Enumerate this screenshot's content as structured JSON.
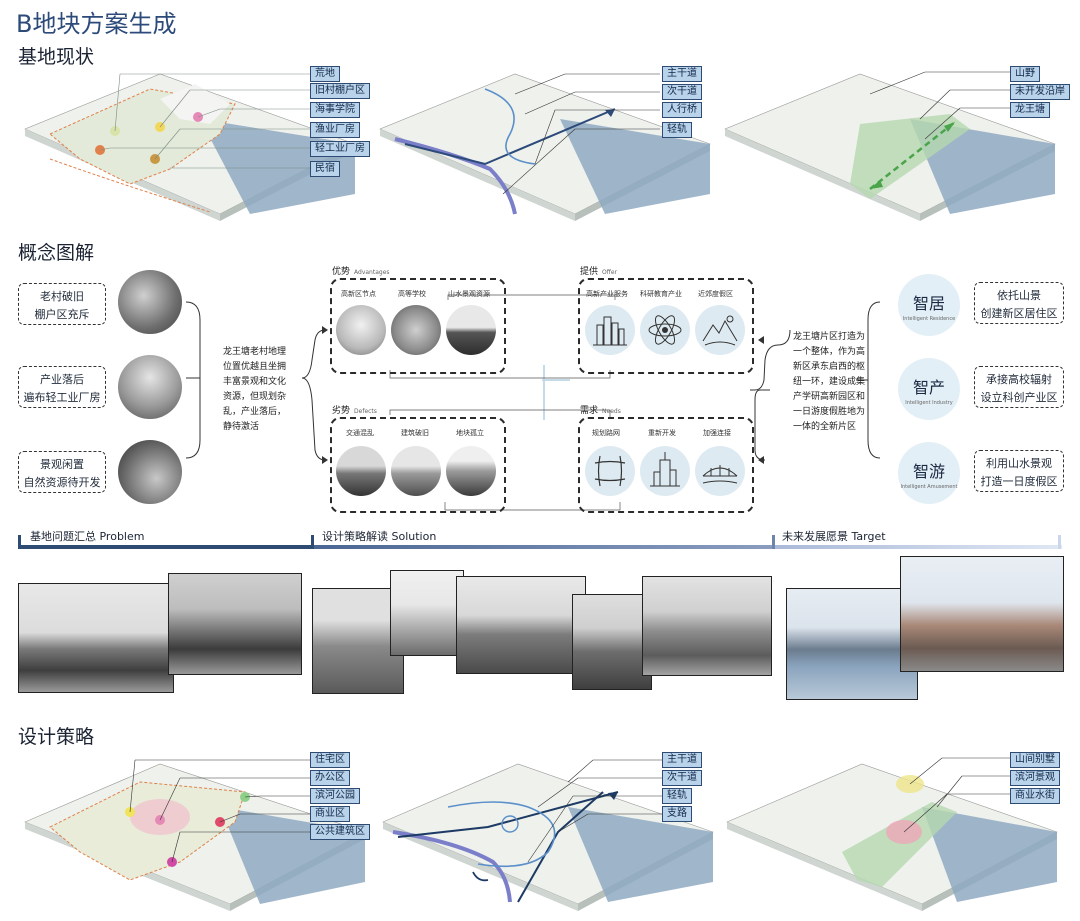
{
  "title": "B地块方案生成",
  "sections": {
    "status": "基地现状",
    "concept": "概念图解",
    "strategy": "设计策略"
  },
  "status_maps": [
    {
      "tags": [
        "荒地",
        "旧村棚户区",
        "海事学院",
        "渔业厂房",
        "轻工业厂房",
        "民宿"
      ]
    },
    {
      "tags": [
        "主干道",
        "次干道",
        "人行桥",
        "轻轨"
      ]
    },
    {
      "tags": [
        "山野",
        "未开发沿岸",
        "龙王塘"
      ]
    }
  ],
  "strategy_maps": [
    {
      "tags": [
        "住宅区",
        "办公区",
        "滨河公园",
        "商业区",
        "公共建筑区"
      ]
    },
    {
      "tags": [
        "主干道",
        "次干道",
        "轻轨",
        "支路"
      ]
    },
    {
      "tags": [
        "山间别墅",
        "滨河景观",
        "商业水街"
      ]
    }
  ],
  "problems": [
    {
      "line1": "老村破旧",
      "line2": "棚户区充斥"
    },
    {
      "line1": "产业落后",
      "line2": "遍布轻工业厂房"
    },
    {
      "line1": "景观闲置",
      "line2": "自然资源待开发"
    }
  ],
  "mid_text": "龙王塘老村地理位置优越且坐拥丰富景观和文化资源，但现划杂乱，产业落后，静待激活",
  "right_text": "龙王塘片区打造为一个整体，作为高新区承东启西的枢纽一环，建设成集产学研高新园区和一日游度假胜地为一体的全新片区",
  "quad": {
    "adv": {
      "title": "优势",
      "en": "Advantages",
      "items": [
        "高新区节点",
        "高等学校",
        "山水景观资源"
      ]
    },
    "def": {
      "title": "劣势",
      "en": "Defects",
      "items": [
        "交通混乱",
        "建筑破旧",
        "地块孤立"
      ]
    },
    "offer": {
      "title": "提供",
      "en": "Offer",
      "items": [
        "高新产业服务",
        "科研教育产业",
        "近郊度假区"
      ]
    },
    "needs": {
      "title": "需求",
      "en": "Needs",
      "items": [
        "规划路网",
        "重新开发",
        "加强连接"
      ]
    }
  },
  "smart": [
    {
      "zh": "智居",
      "en": "Intelligent Residence",
      "l1": "依托山景",
      "l2": "创建新区居住区"
    },
    {
      "zh": "智产",
      "en": "Intelligent Industry",
      "l1": "承接高校辐射",
      "l2": "设立科创产业区"
    },
    {
      "zh": "智游",
      "en": "Intelligent Amusement",
      "l1": "利用山水景观",
      "l2": "打造一日度假区"
    }
  ],
  "bars": [
    "基地问题汇总  Problem",
    "设计策略解读  Solution",
    "未来发展愿景  Target"
  ],
  "colors": {
    "title": "#2c4a7a",
    "tag": "#b9d3ea",
    "bar_dark": "#2d4b73",
    "bar_mid": "#6d84ad",
    "bar_light": "#c9d6ec",
    "water": "#8fa9c2"
  }
}
